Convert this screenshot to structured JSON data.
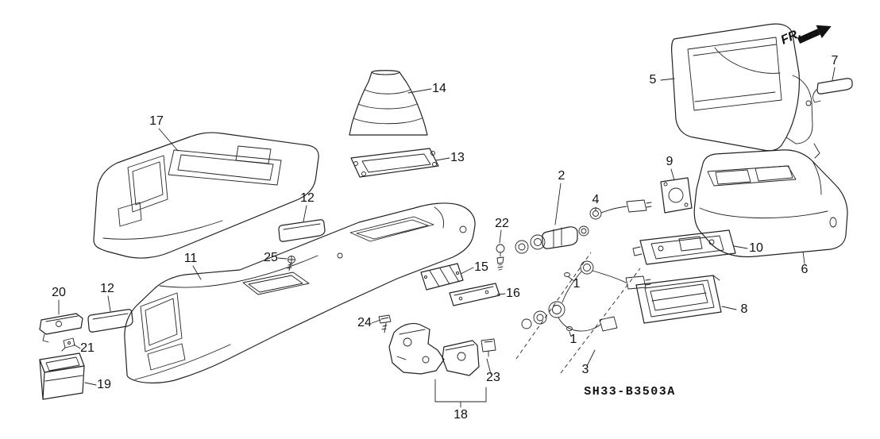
{
  "diagram": {
    "fr_label": "FR.",
    "code": "SH33-B3503A",
    "line_color": "#222222",
    "background": "#ffffff"
  },
  "callouts": [
    {
      "label": "17"
    },
    {
      "label": "14"
    },
    {
      "label": "13"
    },
    {
      "label": "5"
    },
    {
      "label": "7"
    },
    {
      "label": "9"
    },
    {
      "label": "2"
    },
    {
      "label": "4"
    },
    {
      "label": "22"
    },
    {
      "label": "12"
    },
    {
      "label": "25"
    },
    {
      "label": "11"
    },
    {
      "label": "10"
    },
    {
      "label": "6"
    },
    {
      "label": "15"
    },
    {
      "label": "16"
    },
    {
      "label": "1"
    },
    {
      "label": "12"
    },
    {
      "label": "20"
    },
    {
      "label": "24"
    },
    {
      "label": "8"
    },
    {
      "label": "21"
    },
    {
      "label": "1"
    },
    {
      "label": "3"
    },
    {
      "label": "19"
    },
    {
      "label": "23"
    },
    {
      "label": "18"
    }
  ]
}
